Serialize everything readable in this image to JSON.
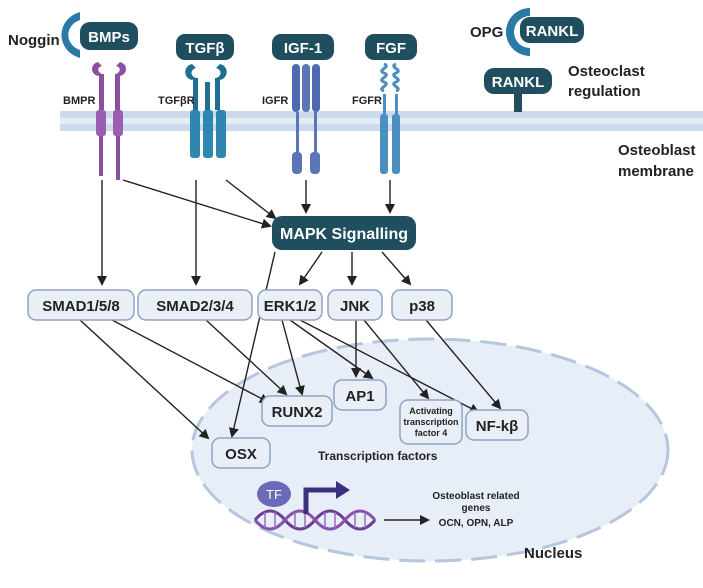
{
  "ligands": {
    "noggin": "Noggin",
    "bmps": "BMPs",
    "tgfb": "TGFβ",
    "igf1": "IGF-1",
    "fgf": "FGF",
    "opg": "OPG",
    "rankl_top": "RANKL",
    "rankl_bottom": "RANKL"
  },
  "receptors": {
    "bmpr": "BMPR",
    "tgfbr": "TGFβR",
    "igfr": "IGFR",
    "fgfr": "FGFR"
  },
  "labels": {
    "osteoclast_line1": "Osteoclast",
    "osteoclast_line2": "regulation",
    "membrane_line1": "Osteoblast",
    "membrane_line2": "membrane",
    "transcription_factors": "Transcription factors",
    "nucleus": "Nucleus",
    "genes_line1": "Osteoblast related",
    "genes_line2": "genes",
    "genes_line3": "OCN, OPN, ALP"
  },
  "nodes": {
    "mapk": "MAPK Signalling",
    "smad158": "SMAD1/5/8",
    "smad234": "SMAD2/3/4",
    "erk": "ERK1/2",
    "jnk": "JNK",
    "p38": "p38",
    "ap1": "AP1",
    "runx2": "RUNX2",
    "osx": "OSX",
    "atf4_line1": "Activating",
    "atf4_line2": "transcription",
    "atf4_line3": "factor 4",
    "nfkb": "NF-kβ",
    "tf": "TF"
  },
  "colors": {
    "dark_box": "#1f4e5f",
    "light_box_fill": "#e9eef7",
    "light_box_stroke": "#8fa2c4",
    "membrane": "#c9d8ea",
    "bmp_receptor": "#8a4f9e",
    "tgf_receptor": "#2f86b0",
    "igf_receptor": "#5a76b8",
    "fgf_receptor": "#4a8fc0",
    "nucleus_fill": "#e8eef7",
    "tf_badge": "#6a6ab8"
  }
}
